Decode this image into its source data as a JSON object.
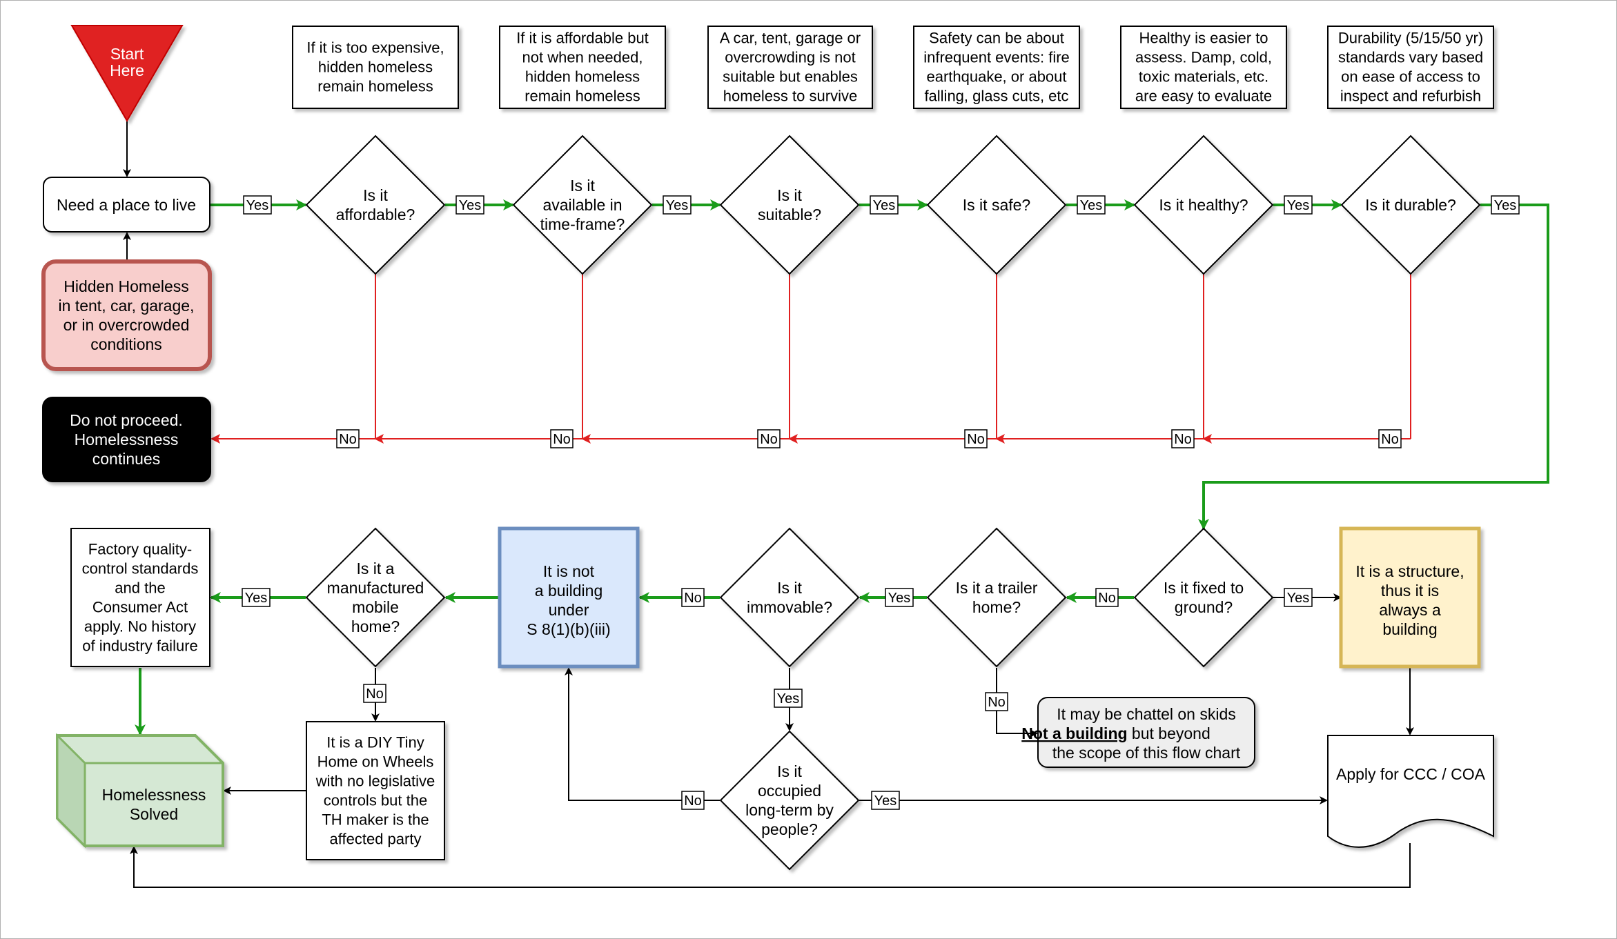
{
  "start": "Start\nHere",
  "need_place": "Need a place to live",
  "hidden_homeless": "Hidden Homeless\nin tent, car, garage,\nor in overcrowded\nconditions",
  "do_not_proceed": "Do not proceed.\nHomelessness\ncontinues",
  "notes": [
    "If it is too expensive,\nhidden homeless\nremain homeless",
    "If it is affordable but\nnot when needed,\nhidden homeless\nremain homeless",
    "A car, tent, garage or\novercrowding is not\nsuitable but enables\nhomeless to survive",
    "Safety can be about\ninfrequent events: fire\nearthquake, or about\nfalling, glass cuts, etc",
    "Healthy is easier to\nassess. Damp, cold,\ntoxic materials, etc.\nare easy to evaluate",
    "Durability (5/15/50 yr)\nstandards vary based\non ease of access to\ninspect and refurbish"
  ],
  "questions_top": [
    "Is it\naffordable?",
    "Is it\navailable in\ntime-frame?",
    "Is it\nsuitable?",
    "Is it safe?",
    "Is it healthy?",
    "Is it durable?"
  ],
  "fixed_to_ground": "Is it fixed to\nground?",
  "structure": "It is a structure,\nthus it is\nalways a\nbuilding",
  "apply_ccc": "Apply for CCC / COA",
  "trailer_home": "Is it a trailer\nhome?",
  "chattel": {
    "line1": "It may be chattel on skids",
    "line2_emph": "Not a building",
    "line2_rest": " but beyond",
    "line3": "the scope of this flow chart"
  },
  "immovable": "Is it\nimmovable?",
  "occupied": "Is it\noccupied\nlong-term by\npeople?",
  "not_building": "It is not\na building\nunder\nS 8(1)(b)(iii)",
  "manufactured": "Is it a\nmanufactured\nmobile\nhome?",
  "factory": "Factory quality-\ncontrol standards\nand the\nConsumer Act\napply. No history\nof industry failure",
  "diy": "It is a DIY Tiny\nHome on Wheels\nwith no legislative\ncontrols but the\nTH maker is the\naffected party",
  "solved": "Homelessness\nSolved",
  "yes": "Yes",
  "no": "No",
  "colors": {
    "yes_arrow": "#1a9c1a",
    "no_arrow": "#e02020",
    "start_fill": "#e02020",
    "hidden_fill": "#f8cecc",
    "hidden_stroke": "#b85450",
    "structure_fill": "#fff2cc",
    "structure_stroke": "#d6b656",
    "notbuilding_fill": "#dae8fc",
    "notbuilding_stroke": "#6c8ebf",
    "solved_fill": "#d5e8d4",
    "solved_stroke": "#82b366",
    "chattel_fill": "#eeeeee"
  }
}
